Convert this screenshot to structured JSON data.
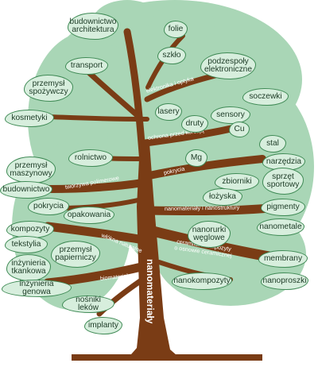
{
  "colors": {
    "canopy": "#a9d6b6",
    "leaf_fill": "#d7eedd",
    "leaf_border": "#3f8a55",
    "wood": "#7a3c15",
    "label_text": "#1d3b26"
  },
  "trunk_label": "nanomateriały",
  "branch_labels": {
    "elektronika": "elektronika i optyka",
    "ochrona": "ochrona przed korozją",
    "pokrycia": "pokrycia",
    "tworzywa": "tworzywa polimerowe",
    "nanomaterialy": "nanomateriały i nanostruktury",
    "wlokna": "włókna naturalne",
    "ceramika": "ceramika i kompozyty\no osnowie ceramicznej",
    "biomaterialy": "biomateriały"
  },
  "leaves": {
    "budownictwo_architektura": "budownictwo\narchitektura",
    "folie": "folie",
    "szklo": "szkło",
    "transport": "transport",
    "podzespoly": "podzespoły\nelektroniczne",
    "przemysl_spozywczy": "przemysł\nspożywczy",
    "soczewki": "soczewki",
    "lasery": "lasery",
    "druty": "druty",
    "sensory": "sensory",
    "kosmetyki": "kosmetyki",
    "cu": "Cu",
    "stal": "stal",
    "rolnictwo": "rolnictwo",
    "mg": "Mg",
    "narzedzia": "narzędzia",
    "przemysl_maszynowy": "przemysł\nmaszynowy",
    "zbiorniki": "zbiorniki",
    "sprzet_sportowy": "sprzęt\nsportowy",
    "budownictwo": "budownictwo",
    "lozyska": "łożyska",
    "pokrycia": "pokrycia",
    "pigmenty": "pigmenty",
    "opakowania": "opakowania",
    "nanorurki": "nanorurki\nwęglowe",
    "nanometale": "nanometale",
    "kompozyty": "kompozyty",
    "tekstylia": "tekstylia",
    "przemysl_papierniczy": "przemysł\npapierniczy",
    "inzynieria_tkankowa": "inżynieria\ntkankowa",
    "membrany": "membrany",
    "nanokompozyty": "nanokompozyty",
    "nanoproszki": "nanoproszki",
    "inzynieria_genowa": "inżynieria genowa",
    "nosniki_lekow": "nośniki leków",
    "implanty": "implanty"
  }
}
